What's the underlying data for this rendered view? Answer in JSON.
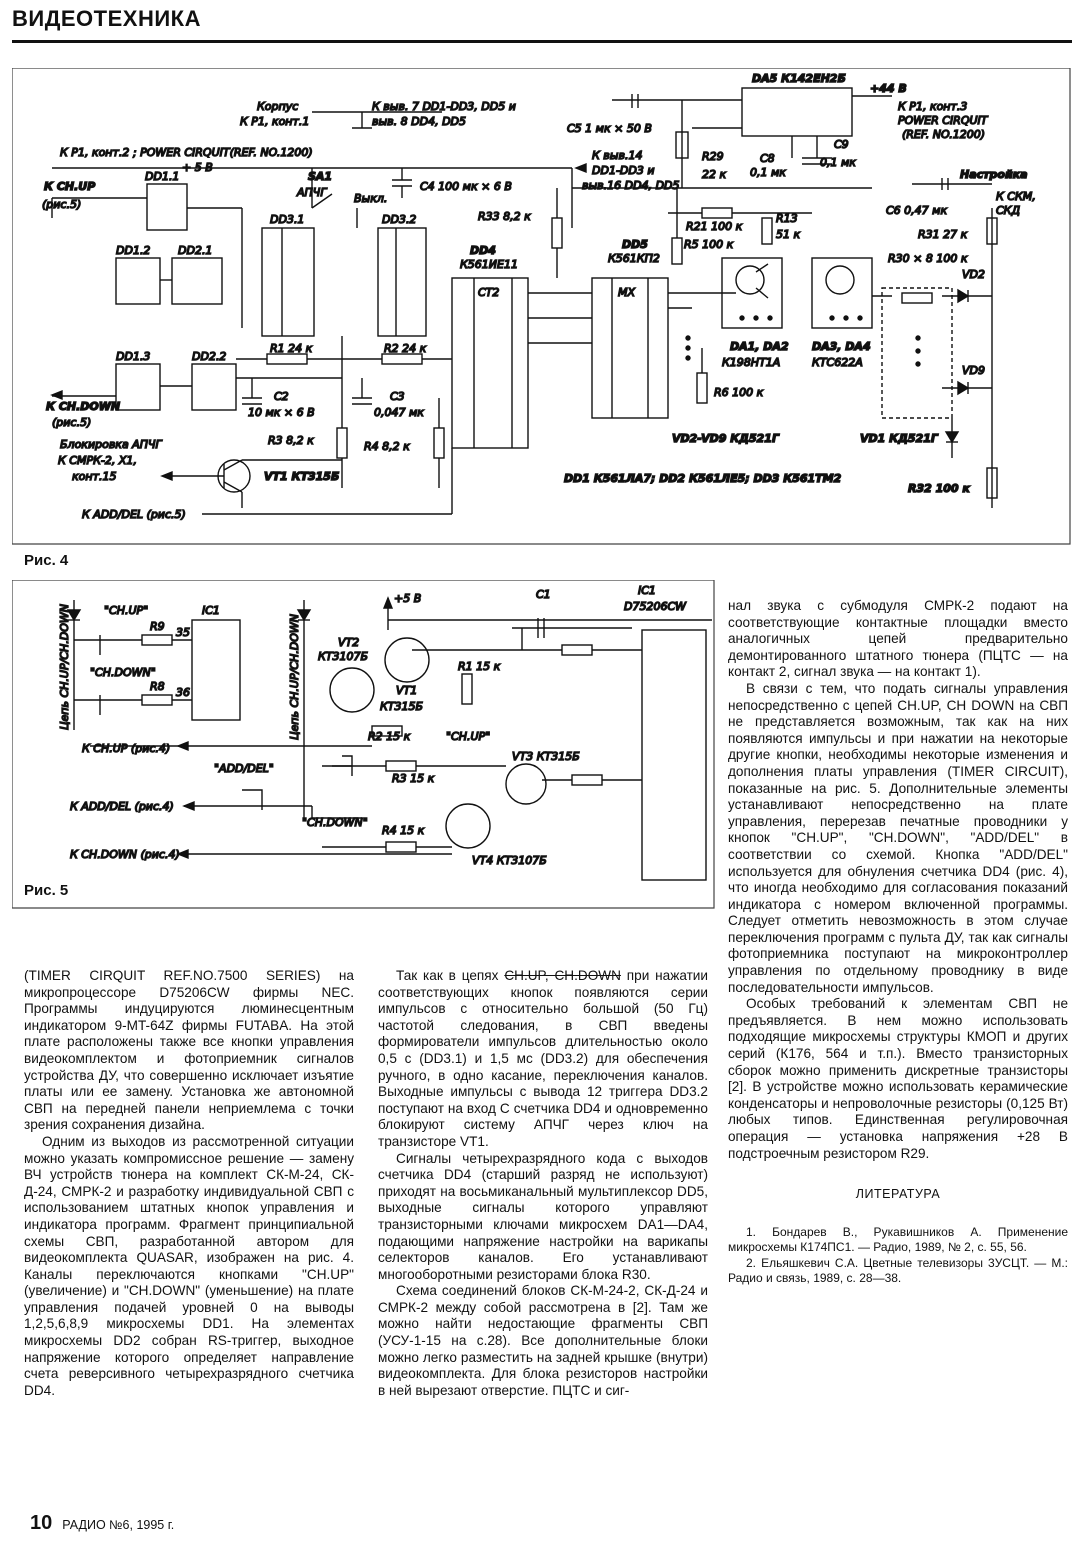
{
  "header": {
    "title": "ВИДЕОТЕХНИКА"
  },
  "figures": {
    "fig4": {
      "caption": "Рис. 4",
      "labels": {
        "korpus": "Корпус",
        "korpus2": "К Р1, конт.1",
        "vyv7": "К выв. 7  DD1-DD3, DD5 и",
        "vyv8": "выв. 8  DD4, DD5",
        "k_p1_k2": "К Р1, конт.2 ; POWER CIRQUIT(REF. NO.1200)",
        "plus5v": "+ 5 В",
        "vyv14": "К выв.14",
        "dd1dd3": "DD1-DD3 и",
        "vyv16": "выв.16 DD4, DD5",
        "da5": "DA5  К142ЕН2Б",
        "plus44": "+44 В",
        "k_p1_k3": "К Р1, конт.3",
        "power_cirquit": "POWER CIRQUIT",
        "ref1200": "(REF. NO.1200)",
        "c5": "С5  1 мк × 50 В",
        "r29": "R29",
        "r29v": "22 к",
        "c8": "С8",
        "c8v": "0,1 мк",
        "c9": "С9",
        "c9v": "0,1 мк",
        "nastroyka": "Настройка",
        "k_skm": "К СКМ,",
        "skd": "СКД",
        "c6": "С6  0,47 мк",
        "r31": "R31  27 к",
        "ch_up": "К CH.UP",
        "ris5a": "(рис.5)",
        "dd11": "DD1.1",
        "dd12": "DD1.2",
        "dd21": "DD2.1",
        "dd13": "DD1.3",
        "dd22": "DD2.2",
        "sa1": "SA1",
        "apchg": "АПЧГ",
        "vykl": "Выкл.",
        "c4": "С4  100 мк × 6 В",
        "dd31": "DD3.1",
        "dd32": "DD3.2",
        "r33": "R33  8,2 к",
        "dd4": "DD4",
        "dd4t": "К561ИЕ11",
        "dd5": "DD5",
        "dd5t": "К561КП2",
        "ct2": "СТ2",
        "mx": "МХ",
        "r21": "R21  100 к",
        "r13": "R13",
        "r13v": "51 к",
        "r5": "R5  100 к",
        "r30": "R30 × 8  100 к",
        "vd2": "VD2",
        "vd9": "VD9",
        "r1": "R1  24 к",
        "r2": "R2  24 к",
        "c2": "С2",
        "c2v": "10 мк × 6 В",
        "c3": "С3",
        "c3v": "0,047 мк",
        "r3": "R3  8,2 к",
        "r4": "R4  8,2 к",
        "da1da2": "DA1, DA2",
        "k198": "К198НТ1А",
        "da3da4": "DA3, DA4",
        "ktc": "КТС622А",
        "r6": "R6  100 к",
        "ch_down": "К CH.DOWN",
        "ris5b": "(рис.5)",
        "blok": "Блокировка АПЧГ",
        "k_smrk": "К СМРК-2, X1,",
        "kont15": "конт.15",
        "vt1": "VT1  КТ315Б",
        "vd2vd9": "VD2-VD9  КД521Г",
        "vd1": "VD1  КД521Г",
        "dd_list": "DD1  К561ЛА7;  DD2  К561ЛЕ5;  DD3  К561ТМ2",
        "r32": "R32  100 к",
        "add_del": "К ADD/DEL (рис.5)"
      }
    },
    "fig5": {
      "caption": "Рис. 5",
      "labels": {
        "chup_q": "\"CH.UP\"",
        "chdown_q": "\"CH.DOWN\"",
        "r9": "R9",
        "r8": "R8",
        "ic1": "IC1",
        "pin35": "35",
        "pin36": "36",
        "chain1": "Цепь CH.UP/CH.DOWN",
        "chain2": "Цепь CH.UP/CH.DOWN",
        "plus5v": "+5 В",
        "vt2": "VT2",
        "kt3107": "КТ3107Б",
        "vt1": "VT1",
        "kt3156": "КТ315Б",
        "r1": "R1  15 к",
        "r2": "R2  15 к",
        "c1": "С1",
        "ic1b": "IC1",
        "d75206": "D75206CW",
        "k_chup": "К CH.UP (рис.4)",
        "chup_q2": "\"CH.UP\"",
        "add_del_q": "\"ADD/DEL\"",
        "r3": "R3  15 к",
        "vt3": "VT3  КТ315Б",
        "k_adddel": "К ADD/DEL (рис.4)",
        "chdown_q2": "\"CH.DOWN\"",
        "r4": "R4  15 к",
        "vt4": "VT4  КТ3107Б",
        "k_chdown": "К CH.DOWN (рис.4)"
      }
    }
  },
  "text": {
    "col3_top": [
      "нал звука с субмодуля СМРК-2 подают на соответствующие контактные площадки вместо аналогичных цепей предварительно демонтированного штатного тюнера (ПЦТС — на контакт 2, сигнал звука — на контакт 1).",
      "В связи с тем, что подать сигналы управления непосредственно с цепей CH.UP, CH DOWN на СВП не представляется возможным, так как на них появляются импульсы и при нажатии на некоторые другие кнопки, необходимы некоторые изменения и дополнения платы управления (TIMER CIRCUIT), показанные на рис. 5. Дополнительные элементы устанавливают непосредственно на плате управления, перерезав печатные проводники у кнопок \"CH.UP\", \"CH.DOWN\", \"ADD/DEL\" в соответствии со схемой. Кнопка \"ADD/DEL\" используется для обнуления счетчика DD4 (рис. 4), что иногда необходимо для согласования показаний индикатора с номером включенной программы. Следует отметить невозможность в этом случае переключения программ с пульта ДУ, так как сигналы фотоприемника поступают на микроконтроллер управления по отдельному проводнику в виде последовательности импульсов.",
      "Особых требований к элементам СВП не предъявляется. В нем можно использовать подходящие микросхемы структуры КМОП и других серий (К176, 564 и т.п.). Вместо транзисторных сборок можно применить дискретные транзисторы [2]. В устройстве можно использовать керамические конденсаторы и непроволочные резисторы (0,125 Вт) любых типов. Единственная регулировочная операция — установка напряжения +28 В подстроечным резистором R29."
    ],
    "col1": [
      "(TIMER CIRQUIT REF.NO.7500 SERIES) на микропроцессоре D75206CW фирмы NEC. Программы индуцируются люминесцентным индикатором 9-MT-64Z фирмы FUTABA. На этой плате расположены также все кнопки управления видеокомплектом и фотоприемник сигналов устройства ДУ, что совершенно исключает изъятие платы или ее замену. Установка же автономной СВП на передней панели неприемлема с точки зрения сохранения дизайна.",
      "Одним из выходов из рассмотренной ситуации можно указать компромиссное решение — замену ВЧ устройств тюнера на комплект СК-М-24, СК-Д-24, СМРК-2 и разработку индивидуальной СВП с использованием штатных кнопок управления и индикатора программ. Фрагмент принципиальной схемы СВП, разработанной автором для видеокомплекта QUASAR, изображен на рис. 4. Каналы переключаются кнопками \"CH.UP\" (увеличение) и \"CH.DOWN\" (уменьшение) на плате управления подачей уровней 0 на выводы 1,2,5,6,8,9 микросхемы DD1. На элементах микросхемы DD2 собран RS-триггер, выходное напряжение которого определяет направление счета реверсивного четырехразрядного счетчика DD4."
    ],
    "col2_first_a": "Так как в цепях ",
    "col2_first_strike": "CH.UP, CH.DOWN",
    "col2_first_b": " при нажатии соответствующих кнопок появляются серии импульсов с относительно большой (50 Гц) частотой следования, в СВП введены формирователи импульсов длительностью около 0,5 с (DD3.1) и 1,5 мс (DD3.2) для обеспечения ручного, в одно касание, переключения каналов. Выходные импульсы с вывода 12 триггера DD3.2 поступают на вход С счетчика DD4 и одновременно блокируют систему АПЧГ через ключ на транзисторе VT1.",
    "col2": [
      "Сигналы четырехразрядного кода с выходов счетчика DD4 (старший разряд не используют) приходят на восьмиканальный мультиплексор DD5, выходные сигналы которого управляют транзисторными ключами микросхем DA1—DA4, подающими напряжение настройки на варикапы селекторов каналов. Его устанавливают многооборотными резисторами блока R30.",
      "Схема соединений блоков СК-М-24-2, СК-Д-24 и СМРК-2 между собой рассмотрена в [2]. Там же можно найти недостающие фрагменты СВП (УСУ-1-15 на с.28). Все дополнительные блоки можно легко разместить на задней крышке (внутри) видеокомплекта. Для блока резисторов настройки в ней вырезают отверстие. ПЦТС и сиг-"
    ],
    "literature_title": "ЛИТЕРАТУРА",
    "literature": [
      "1. Бондарев В., Рукавишников А. Применение микросхемы К174ПС1. — Радио, 1989, № 2, с. 55, 56.",
      "2. Ельяшкевич С.А. Цветные телевизоры 3УСЦТ. — М.: Радио и связь, 1989, с. 28—38."
    ]
  },
  "footer": {
    "page_number": "10",
    "journal": "РАДИО №6, 1995 г."
  }
}
